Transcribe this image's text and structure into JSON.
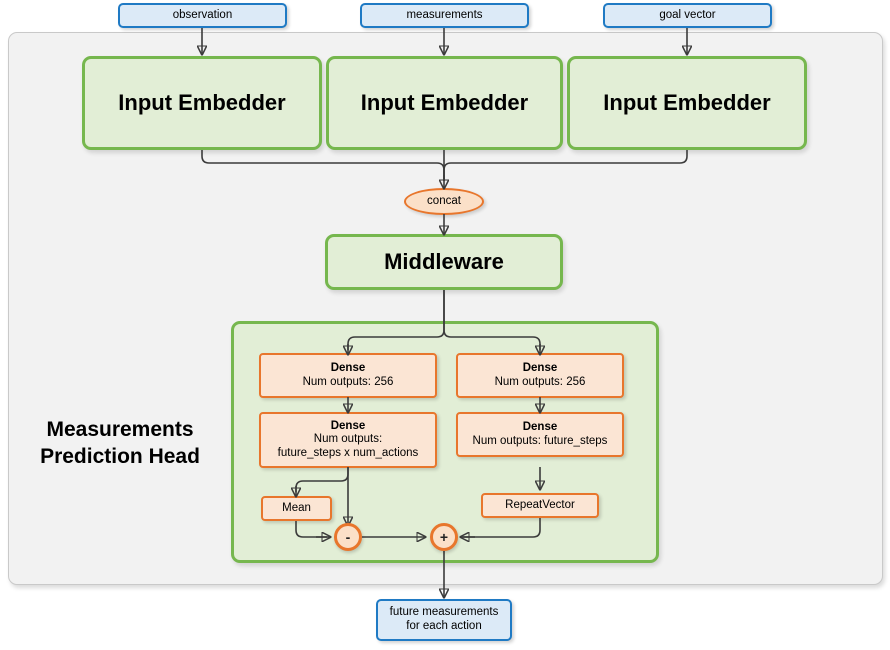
{
  "diagram": {
    "title": "Measurements Prediction Head",
    "colors": {
      "blue_border": "#1f7ac4",
      "blue_fill": "#dceaf7",
      "green_border": "#76b74e",
      "green_fill": "#e2eed6",
      "orange_border": "#e8762c",
      "orange_fill": "#fbe5d4",
      "container_fill": "#f2f2f2",
      "container_border": "#c9c9c9",
      "wire": "#3b3b3b"
    },
    "inputs": [
      {
        "label": "observation"
      },
      {
        "label": "measurements"
      },
      {
        "label": "goal vector"
      }
    ],
    "embedders": [
      {
        "label": "Input Embedder"
      },
      {
        "label": "Input Embedder"
      },
      {
        "label": "Input Embedder"
      }
    ],
    "concat": {
      "label": "concat"
    },
    "middleware": {
      "label": "Middleware"
    },
    "head": {
      "label": "Measurements\nPrediction Head",
      "label_line1": "Measurements",
      "label_line2": "Prediction Head",
      "left_branch": {
        "dense1": {
          "title": "Dense",
          "detail": "Num outputs: 256"
        },
        "dense2": {
          "title": "Dense",
          "detail_line1": "Num outputs:",
          "detail_line2": "future_steps x num_actions"
        },
        "mean": {
          "label": "Mean"
        },
        "operator": {
          "label": "-"
        }
      },
      "right_branch": {
        "dense1": {
          "title": "Dense",
          "detail": "Num outputs: 256"
        },
        "dense2": {
          "title": "Dense",
          "detail": "Num outputs: future_steps"
        },
        "repeat_vector": {
          "label": "RepeatVector"
        }
      },
      "merge_operator": {
        "label": "+"
      }
    },
    "output": {
      "line1": "future measurements",
      "line2": "for each action"
    }
  }
}
